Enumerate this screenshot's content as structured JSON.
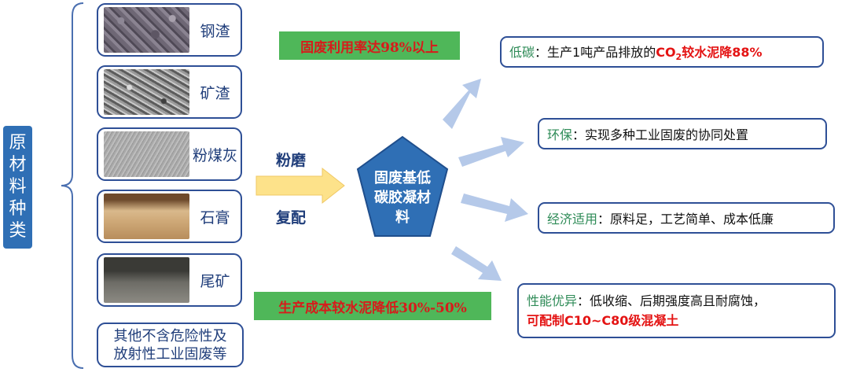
{
  "category_label": "原材料种类",
  "materials": [
    {
      "name": "钢渣"
    },
    {
      "name": "矿渣"
    },
    {
      "name": "粉煤灰"
    },
    {
      "name": "石膏"
    },
    {
      "name": "尾矿"
    }
  ],
  "other_materials": [
    "其他不含危险性及",
    "放射性工业固废等"
  ],
  "banners": {
    "utilization": "固废利用率达98%以上",
    "cost": "生产成本较水泥降低30%-50%"
  },
  "process": {
    "grind": "粉磨",
    "compound": "复配"
  },
  "product": [
    "固废基低",
    "碳胶凝材",
    "料"
  ],
  "benefits": {
    "low_carbon": {
      "title": "低碳",
      "text": "：生产1吨产品排放的",
      "highlight_pre": "CO",
      "highlight_sub": "2",
      "highlight_post": "较水泥降88%"
    },
    "eco": {
      "title": "环保",
      "text": "：实现多种工业固废的协同处置"
    },
    "economy": {
      "title": "经济适用",
      "text": "：原料足，工艺简单、成本低廉"
    },
    "performance": {
      "title": "性能优异",
      "text": "：低收缩、后期强度高且耐腐蚀，",
      "highlight": "可配制C10~C80级混凝土"
    }
  },
  "colors": {
    "primary_blue": "#2f6fb5",
    "border_blue": "#2e4f96",
    "banner_green": "#4fb759",
    "highlight_red": "#e41313",
    "title_green": "#2e8b57",
    "arrow_yellow": "#fde28a",
    "arrow_light_blue": "#b5c9e9"
  }
}
